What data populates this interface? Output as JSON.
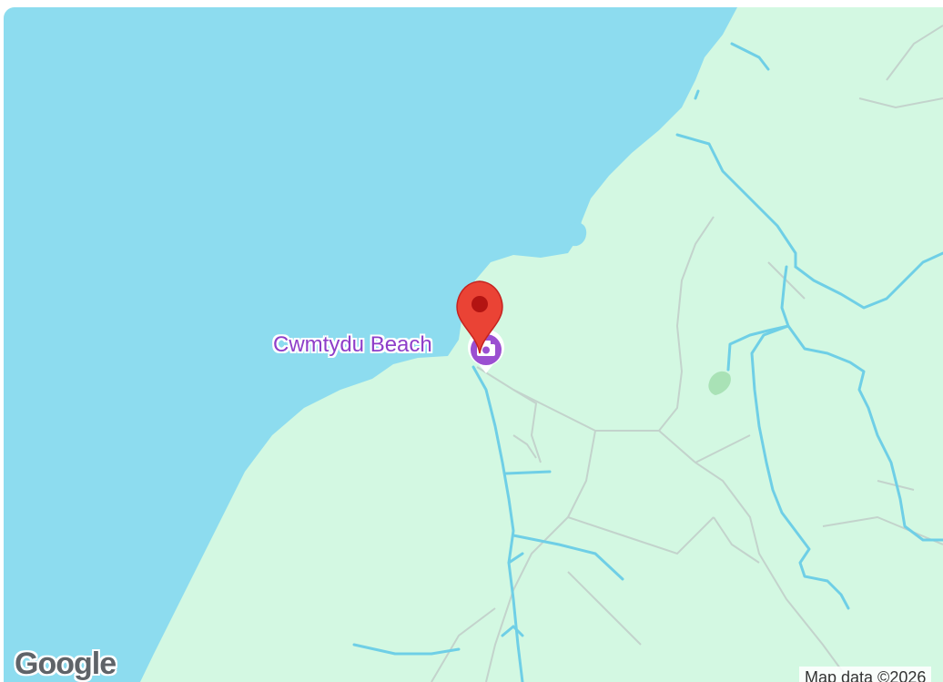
{
  "map": {
    "place_label": "Cwmtydu Beach",
    "attribution": "Map data ©2026",
    "logo_text": "Google",
    "colors": {
      "water": "#8ddcef",
      "land": "#d3f8e2",
      "stream": "#6fcfe6",
      "road": "#c7d6cf",
      "park": "#a9e2b6",
      "label": "#8e3ec9",
      "pin": "#ea4335",
      "pin_dark": "#b31412"
    },
    "icons": {
      "marker": "map-pin-icon",
      "poi": "beach-camera-icon"
    }
  }
}
